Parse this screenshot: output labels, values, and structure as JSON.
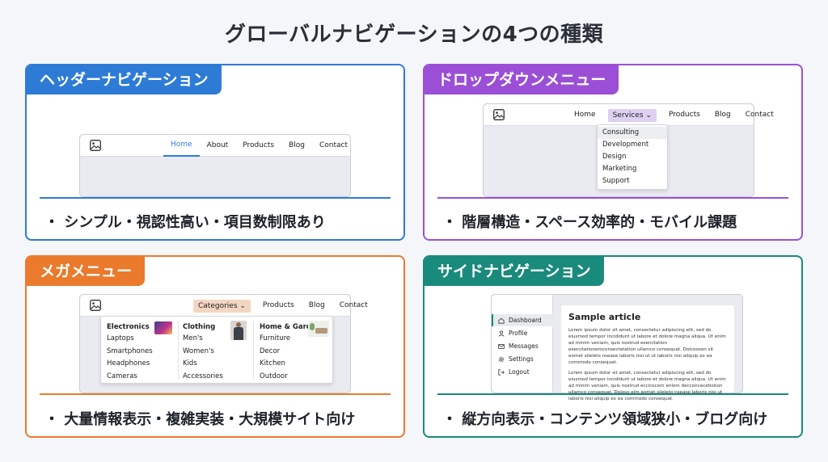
{
  "title": "グローバルナビゲーションの4つの種類",
  "colors": {
    "blue": "#2e7bd6",
    "purple": "#9b4fd6",
    "orange": "#ea7a2c",
    "teal": "#1a8a7c"
  },
  "cards": {
    "header": {
      "label": "ヘッダーナビゲーション",
      "caption": "・ シンプル・視認性高い・項目数制限あり",
      "nav": [
        "Home",
        "About",
        "Products",
        "Blog",
        "Contact"
      ]
    },
    "dropdown": {
      "label": "ドロップダウンメニュー",
      "caption": "・ 階層構造・スペース効率的・モバイル課題",
      "nav": [
        "Home",
        "Services ⌄",
        "Products",
        "Blog",
        "Contact"
      ],
      "menu": [
        "Consulting",
        "Development",
        "Design",
        "Marketing",
        "Support"
      ]
    },
    "mega": {
      "label": "メガメニュー",
      "caption": "・ 大量情報表示・複雑実装・大規模サイト向け",
      "nav": [
        "Categories ⌄",
        "Products",
        "Blog",
        "Contact"
      ],
      "columns": [
        {
          "head": "Electronics",
          "items": [
            "Laptops",
            "Smartphones",
            "Headphones",
            "Cameras"
          ]
        },
        {
          "head": "Clothing",
          "items": [
            "Men's",
            "Women's",
            "Kids",
            "Accessories"
          ]
        },
        {
          "head": "Home & Garden",
          "items": [
            "Furniture",
            "Decor",
            "Kitchen",
            "Outdoor"
          ]
        }
      ]
    },
    "side": {
      "label": "サイドナビゲーション",
      "caption": "・ 縦方向表示・コンテンツ領域狭小・ブログ向け",
      "nav": [
        "Dashboard",
        "Profile",
        "Messages",
        "Settings",
        "Logout"
      ],
      "article_title": "Sample article",
      "paragraphs": [
        "Lorem ipsum dolor sit amet, consectetur adipiscing elit, sed do eiusmod tempor incididunt ut labore et dolore magna aliqua. Ut enim ad minim veniam, quis nostrud exercitation exercitationemconsectetation ullamco consequat. Dolcoosen sit eomet sileleto nsease laboris nisi ut ut laboris nisi aliquip ex ea commodo consequat.",
        "Lorem ipsum dolor sit amet, consectetur adipiscing elit, sed do eiusmod tempor incididunt ut labore et dolore magna aliqua. Ut enim ad minim veniam, quis nostrud eccicocom enlom decconcecetiotion ullamco consequat. Doloso eim eomet sileleto nsease laboris nisi ut laboris nisi aliquip ex ea commodo consequat."
      ]
    }
  }
}
